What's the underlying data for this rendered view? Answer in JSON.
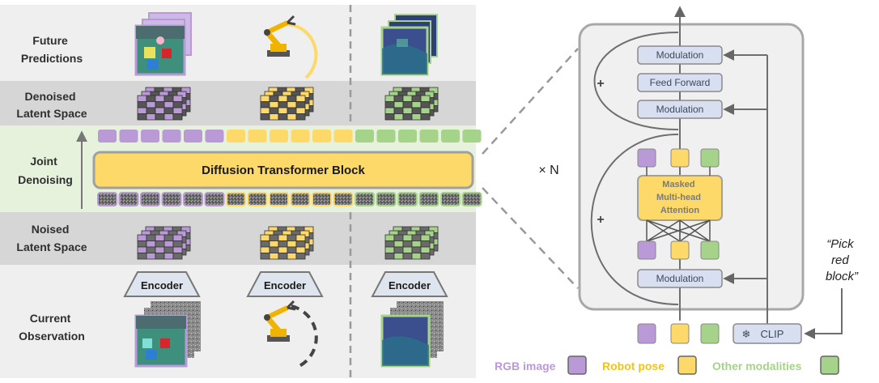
{
  "rows": {
    "future": [
      "Future",
      "Predictions"
    ],
    "denoised": [
      "Denoised",
      "Latent Space"
    ],
    "joint": [
      "Joint",
      "Denoising"
    ],
    "noised": [
      "Noised",
      "Latent Space"
    ],
    "current": [
      "Current",
      "Observation"
    ]
  },
  "encoder_label": "Encoder",
  "dit_block_label": "Diffusion Transformer Block",
  "detail": {
    "modulation": "Modulation",
    "feed_forward": "Feed Forward",
    "attention": [
      "Masked",
      "Multi-head",
      "Attention"
    ],
    "repeat": "× N",
    "plus": "+",
    "clip": "CLIP",
    "clip_icon": "snowflake-icon",
    "prompt": [
      "“Pick",
      "red",
      "block”"
    ]
  },
  "legend": [
    {
      "label": "RGB image",
      "color": "#b99ad6"
    },
    {
      "label": "Robot pose",
      "color": "#f0c419"
    },
    {
      "label": "Other modalities",
      "color": "#a6d38a"
    }
  ],
  "colors": {
    "rgb": "#b99ad6",
    "pose": "#fdd96a",
    "other": "#a6d38a",
    "dit": "#fdd96a",
    "joint_band": "#e6f2dc",
    "gray_band": "#d6d6d6",
    "light_band": "#efefef"
  }
}
